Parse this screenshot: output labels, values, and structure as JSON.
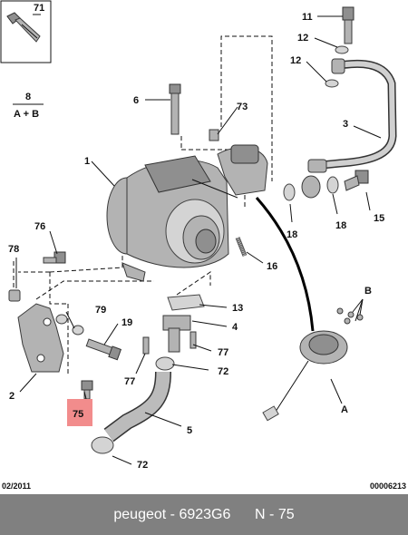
{
  "diagram": {
    "callouts": {
      "c71": "71",
      "c11": "11",
      "c12a": "12",
      "c12b": "12",
      "c8": "8",
      "c8sub": "A + B",
      "c6": "6",
      "c73": "73",
      "c1": "1",
      "c3": "3",
      "c18a": "18",
      "c18b": "18",
      "c15": "15",
      "c76": "76",
      "c78": "78",
      "c16": "16",
      "c13": "13",
      "cB": "B",
      "c79": "79",
      "c19": "19",
      "c4": "4",
      "c77a": "77",
      "c77b": "77",
      "c72a": "72",
      "c2": "2",
      "c75": "75",
      "cA": "A",
      "c5": "5",
      "c72b": "72"
    },
    "highlight_callout": "75",
    "highlight_color": "#f28c8c",
    "date_code": "02/2011",
    "drawing_number": "00006213"
  },
  "footer": {
    "brand": "peugeot",
    "separator": " - ",
    "part_number": "6923G6",
    "position_label": "N - 75"
  }
}
